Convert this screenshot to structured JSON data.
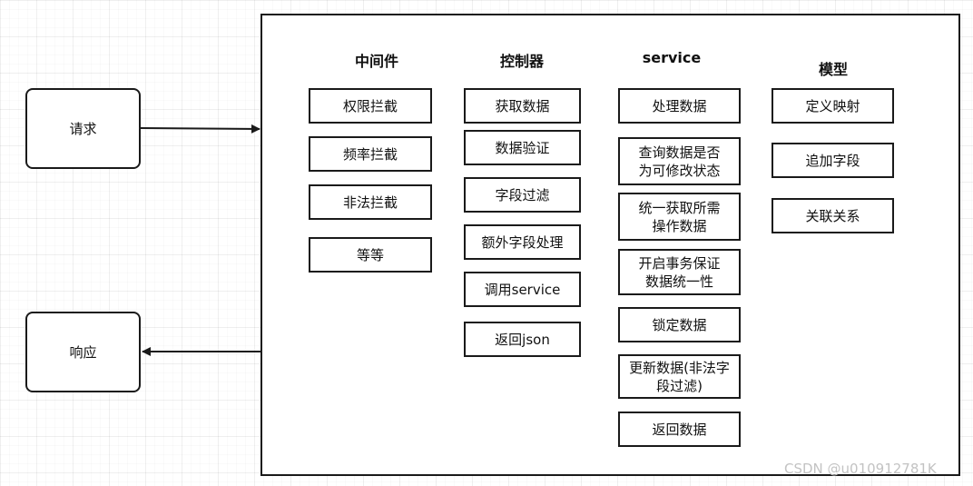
{
  "request_label": "请求",
  "response_label": "响应",
  "columns": {
    "middleware": {
      "title": "中间件",
      "items": [
        "权限拦截",
        "频率拦截",
        "非法拦截",
        "等等"
      ]
    },
    "controller": {
      "title": "控制器",
      "items": [
        "获取数据",
        "数据验证",
        "字段过滤",
        "额外字段处理",
        "调用service",
        "返回json"
      ]
    },
    "service": {
      "title": "service",
      "items": [
        "处理数据",
        "查询数据是否为可修改状态",
        "统一获取所需操作数据",
        "开启事务保证数据统一性",
        "锁定数据",
        "更新数据(非法字段过滤)",
        "返回数据"
      ]
    },
    "model": {
      "title": "模型",
      "items": [
        "定义映射",
        "追加字段",
        "关联关系"
      ]
    }
  },
  "watermark": "CSDN @u010912781K"
}
